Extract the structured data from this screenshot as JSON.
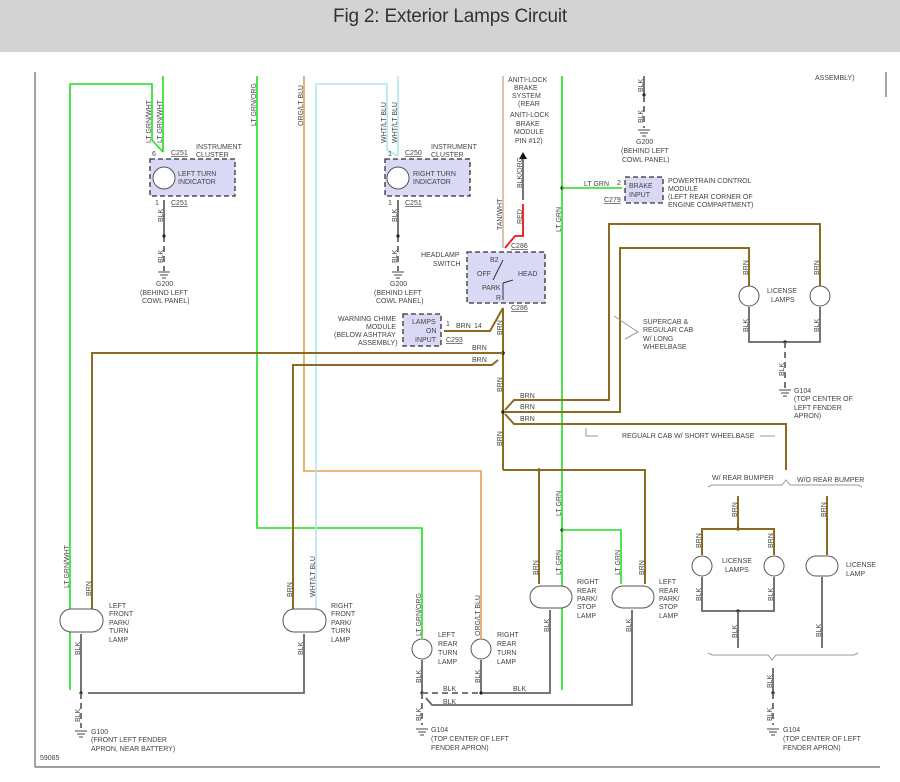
{
  "header": {
    "title": "Fig 2: Exterior Lamps Circuit"
  },
  "figure_id": "59085",
  "instrument_cluster_left": {
    "label": [
      "INSTRUMENT",
      "CLUSTER"
    ],
    "component": [
      "LEFT TURN",
      "INDICATOR"
    ],
    "pin_top": "6",
    "conn_top": "C251",
    "pin_bottom": "1",
    "conn_bottom": "C251",
    "wires": [
      "LT GRN/WHT",
      "LT GRN/WHT",
      "BLK",
      "BLK"
    ],
    "ground": {
      "id": "G200",
      "location": [
        "(BEHIND LEFT",
        "COWL PANEL)"
      ]
    }
  },
  "instrument_cluster_right": {
    "label": [
      "INSTRUMENT",
      "CLUSTER"
    ],
    "component": [
      "RIGHT TURN",
      "INDICATOR"
    ],
    "pin_top": "1",
    "conn_top": "C250",
    "pin_bottom": "1",
    "conn_bottom": "C251",
    "wires": [
      "WHT/LT BLU",
      "WHT/LT BLU",
      "BLK",
      "BLK"
    ],
    "ground": {
      "id": "G200",
      "location": [
        "(BEHIND LEFT",
        "COWL PANEL)"
      ]
    }
  },
  "vertical_wires": {
    "lt_grn_org": "LT GRN/ORG",
    "org_lt_blu": "ORG/LT BLU",
    "tan_wht": "TAN/WHT",
    "lt_grn": "LT GRN"
  },
  "abs": {
    "label": [
      "ANITI-LOCK",
      "BRAKE",
      "SYSTEM",
      "(REAR",
      "ANITI-LOCK",
      "BRAKE",
      "MODULE",
      "PIN #12)"
    ],
    "wires": [
      "BLK/ORG",
      "RED"
    ]
  },
  "headlamp_switch": {
    "label": [
      "HEADLAMP",
      "SWITCH"
    ],
    "positions": [
      "B2",
      "OFF",
      "HEAD",
      "PARK",
      "R"
    ],
    "conn_top": "C286",
    "conn_bottom": "C286"
  },
  "pcm": {
    "wire": "LT GRN",
    "pin": "2",
    "conn": "C279",
    "component": [
      "BRAKE",
      "INPUT"
    ],
    "label": [
      "POWERTRAIN CONTROL",
      "MODULE",
      "(LEFT REAR CORNER OF",
      "ENGINE COMPARTMENT)"
    ]
  },
  "top_right_ground": {
    "wires": [
      "BLK",
      "BLK"
    ],
    "id": "G200",
    "location": [
      "(BEHIND LEFT",
      "COWL PANEL)"
    ]
  },
  "top_right_fragment": "ASSEMBLY)",
  "warning_chime": {
    "label": [
      "WARNING CHIME",
      "MODULE",
      "(BELOW ASHTRAY",
      "ASSEMBLY)"
    ],
    "component": [
      "LAMPS",
      "ON",
      "INPUT"
    ],
    "pin": "1",
    "wire": "BRN",
    "circuit": "14",
    "conn": "C293"
  },
  "brn_labels": [
    "BRN",
    "BRN",
    "BRN",
    "BRN",
    "BRN",
    "BRN",
    "BRN",
    "BRN"
  ],
  "license_lamps_long": {
    "label": [
      "LICENSE",
      "LAMPS"
    ],
    "wires": [
      "BRN",
      "BRN",
      "BLK",
      "BLK",
      "BLK"
    ],
    "note": [
      "SUPERCAB &",
      "REGULAR CAB",
      "W/ LONG",
      "WHEELBASE"
    ],
    "ground": {
      "id": "G104",
      "location": [
        "(TOP CENTER OF",
        "LEFT FENDER",
        "APRON)"
      ]
    }
  },
  "short_wheelbase_note": "REGUALR CAB W/ SHORT WHEELBASE",
  "rear_bumper": {
    "with": "W/ REAR BUMPER",
    "without": "W/O REAR BUMPER",
    "with_label": [
      "LICENSE",
      "LAMPS"
    ],
    "without_label": [
      "LICENSE",
      "LAMP"
    ],
    "wires": [
      "BRN",
      "BRN",
      "BRN",
      "BRN",
      "BLK",
      "BLK",
      "BLK",
      "BLK"
    ],
    "ground_wires": [
      "BLK",
      "BLK"
    ],
    "ground": {
      "id": "G104",
      "location": [
        "(TOP CENTER OF LEFT",
        "FENDER APRON)"
      ]
    }
  },
  "left_front_lamp": {
    "label": [
      "LEFT",
      "FRONT",
      "PARK/",
      "TURN",
      "LAMP"
    ],
    "wires": [
      "LT GRN/WHT",
      "BRN",
      "BLK",
      "BLK"
    ]
  },
  "right_front_lamp": {
    "label": [
      "RIGHT",
      "FRONT",
      "PARK/",
      "TURN",
      "LAMP"
    ],
    "wires": [
      "BRN",
      "WHT/LT BLU",
      "BLK"
    ]
  },
  "g100": {
    "id": "G100",
    "location": [
      "(FRONT LEFT FENDER",
      "APRON, NEAR BATTERY)"
    ]
  },
  "left_rear_turn": {
    "label": [
      "LEFT",
      "REAR",
      "TURN",
      "LAMP"
    ],
    "wires": [
      "LT GRN/ORG",
      "BLK"
    ]
  },
  "right_rear_turn": {
    "label": [
      "RIGHT",
      "REAR",
      "TURN",
      "LAMP"
    ],
    "wires": [
      "ORG/LT BLU",
      "BLK"
    ]
  },
  "right_rear_stop": {
    "label": [
      "RIGHT",
      "REAR",
      "PARK/",
      "STOP",
      "LAMP"
    ],
    "wires": [
      "BRN",
      "LT GRN",
      "BLK"
    ]
  },
  "left_rear_stop": {
    "label": [
      "LEFT",
      "REAR",
      "PARK/",
      "STOP",
      "LAMP"
    ],
    "wires": [
      "LT GRN",
      "BRN",
      "BLK"
    ]
  },
  "lt_grn_upper": "LT GRN",
  "bottom_blk": [
    "BLK",
    "BLK",
    "BLK",
    "BLK"
  ],
  "g104_bottom": {
    "id": "G104",
    "location": [
      "(TOP CENTER OF LEFT",
      "FENDER APRON)"
    ]
  }
}
